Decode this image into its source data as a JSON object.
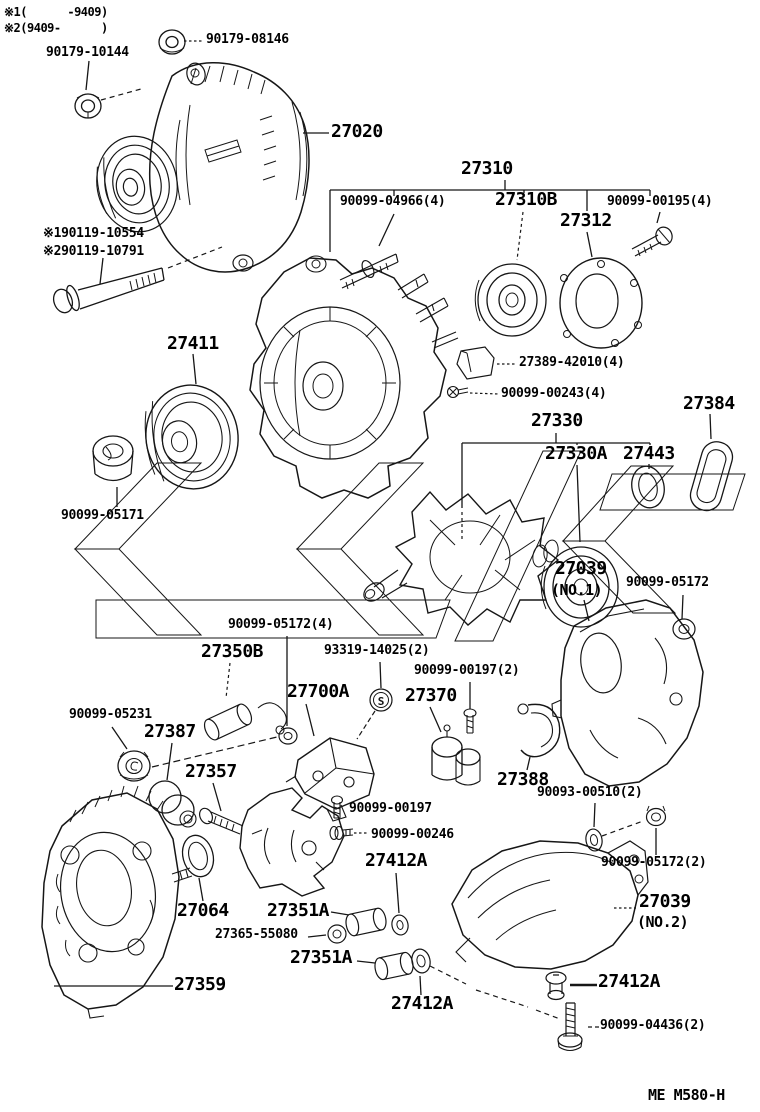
{
  "page": {
    "footer_code": "ME M580-H"
  },
  "notes": {
    "note1": "※1(      -9409)",
    "note2": "※2(9409-      )"
  },
  "glyphs": {
    "s_mark": "S"
  },
  "colors": {
    "line": "#161616",
    "watermark": "#dcdcdc",
    "background": "#ffffff",
    "text": "#000000"
  },
  "labels": [
    {
      "text": "90179-10144"
    },
    {
      "text": "90179-08146"
    },
    {
      "text": "27020"
    },
    {
      "text": "27310"
    },
    {
      "text": "90099-04966(4)"
    },
    {
      "text": "27310B"
    },
    {
      "text": "27312"
    },
    {
      "text": "90099-00195(4)"
    },
    {
      "text": "※190119-10554"
    },
    {
      "text": "※290119-10791"
    },
    {
      "text": "27411"
    },
    {
      "text": "27389-42010(4)"
    },
    {
      "text": "90099-00243(4)"
    },
    {
      "text": "27330"
    },
    {
      "text": "27330A"
    },
    {
      "text": "27443"
    },
    {
      "text": "27384"
    },
    {
      "text": "90099-05171"
    },
    {
      "text": "27039"
    },
    {
      "text": "(NO.1)"
    },
    {
      "text": "90099-05172"
    },
    {
      "text": "90099-05172(4)"
    },
    {
      "text": "27350B"
    },
    {
      "text": "93319-14025(2)"
    },
    {
      "text": "90099-00197(2)"
    },
    {
      "text": "27700A"
    },
    {
      "text": "27370"
    },
    {
      "text": "90099-05231"
    },
    {
      "text": "27387"
    },
    {
      "text": "27357"
    },
    {
      "text": "27388"
    },
    {
      "text": "90093-00510(2)"
    },
    {
      "text": "90099-00197"
    },
    {
      "text": "90099-00246"
    },
    {
      "text": "27412A"
    },
    {
      "text": "90099-05172(2)"
    },
    {
      "text": "27064"
    },
    {
      "text": "27351A"
    },
    {
      "text": "27365-55080"
    },
    {
      "text": "27351A"
    },
    {
      "text": "27039"
    },
    {
      "text": "(NO.2)"
    },
    {
      "text": "27359"
    },
    {
      "text": "27412A"
    },
    {
      "text": "27412A"
    },
    {
      "text": "90099-04436(2)"
    }
  ]
}
